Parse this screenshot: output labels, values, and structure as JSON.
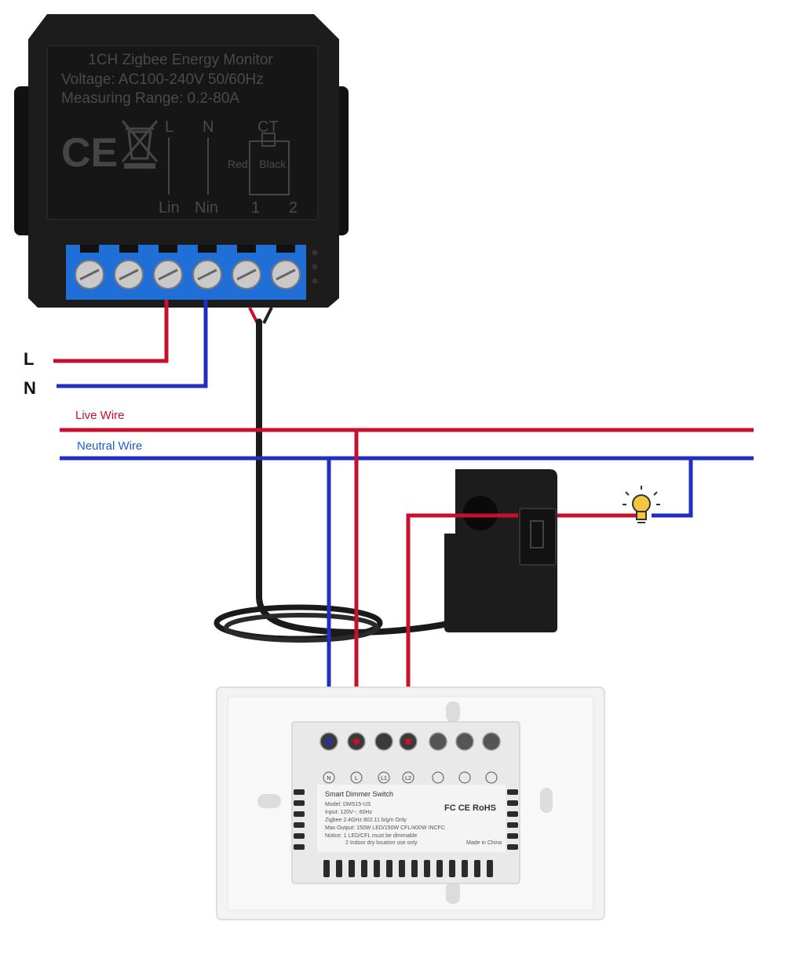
{
  "colors": {
    "live": "#c8102e",
    "neutral": "#1f2fc0",
    "cable": "#1a1a1a",
    "module_body": "#1c1c1c",
    "terminal_block": "#1f6fd6",
    "switch_plate": "#f1f1f1",
    "bulb": "#f5c542"
  },
  "monitor": {
    "title": "1CH Zigbee Energy Monitor",
    "voltage": "Voltage: AC100-240V 50/60Hz",
    "range": "Measuring Range: 0.2-80A",
    "ce_mark": "CE",
    "top_labels": [
      "L",
      "N",
      "CT"
    ],
    "ct_red": "Red",
    "ct_black": "Black",
    "bottom_labels": [
      "Lin",
      "Nin",
      "1",
      "2"
    ]
  },
  "wiring": {
    "feed_l": "L",
    "feed_n": "N",
    "live_label": "Live Wire",
    "neutral_label": "Neutral Wire"
  },
  "load": {
    "icon": "lightbulb-icon"
  },
  "switch": {
    "terminals": [
      "N",
      "L",
      "L1",
      "L2",
      "",
      "",
      ""
    ],
    "name": "Smart Dimmer Switch",
    "model": "Model: DMS15-US",
    "input": "Input: 120V~, 60Hz",
    "radio": "Zigbee 2.4GHz 802.11 b/g/n Only",
    "output": "Max Output: 150W LED/150W CFL/400W INCFC",
    "notice1": "Notice: 1  LED/CFL must be dimmable",
    "notice2": "2  Indoor dry location use only",
    "certs": "FC CE RoHS",
    "origin": "Made in China"
  }
}
